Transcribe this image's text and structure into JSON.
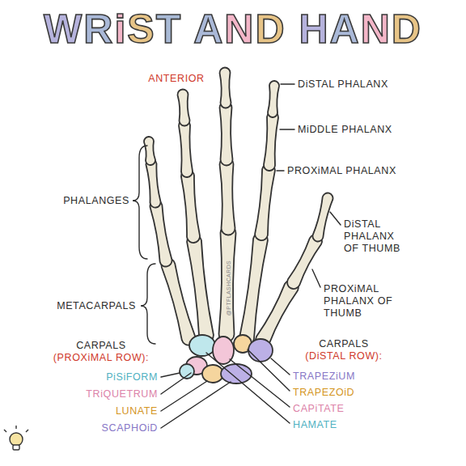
{
  "diagram": {
    "title": "WRiST AND HAND",
    "labels": [
      "ANTERIOR",
      "DiSTAL PHALANX",
      "MiDDLE PHALANX",
      "PROXiMAL PHALANX",
      "PHALANGES",
      "DiSTAL PHALANX OF THUMB",
      "@PTFLASHCARDS",
      "METACARPALS",
      "PROXiMAL PHALANX OF THUMB",
      "CARPALS (DiSTAL ROW):",
      "CARPALS (PROXiMAL ROW):",
      "PiSiFORM",
      "TRAPEZiUM",
      "TRiQUETRUM",
      "TRAPEZOiD",
      "LUNATE",
      "CAPiTATE",
      "SCAPHOiD",
      "HAMATE"
    ]
  }
}
